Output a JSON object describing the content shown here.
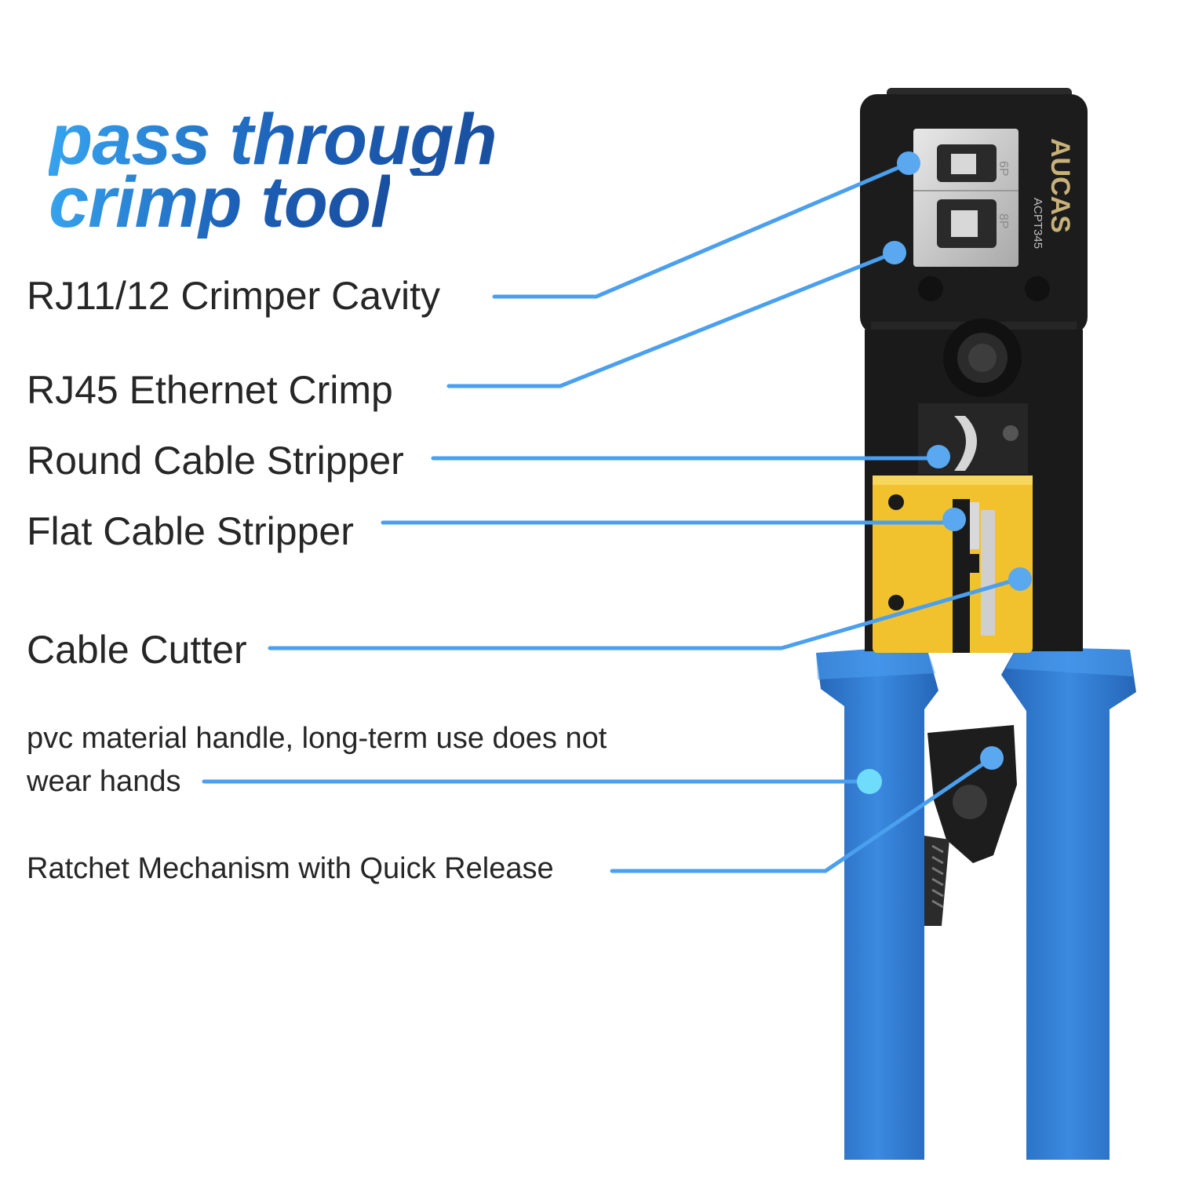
{
  "headline": {
    "line1": "pass through",
    "line2": "crimp tool"
  },
  "callouts": [
    {
      "id": "rj11",
      "text": "RJ11/12 Crimper Cavity"
    },
    {
      "id": "rj45",
      "text": "RJ45 Ethernet Crimp"
    },
    {
      "id": "round",
      "text": "Round Cable Stripper"
    },
    {
      "id": "flat",
      "text": "Flat Cable Stripper"
    },
    {
      "id": "cutter",
      "text": "Cable Cutter"
    },
    {
      "id": "handle",
      "text": "pvc material handle, long-term use does not wear hands"
    },
    {
      "id": "ratchet",
      "text": "Ratchet Mechanism with Quick Release"
    }
  ],
  "tool": {
    "brand": "AUCAS",
    "model": "ACPT345",
    "ports": [
      "6P",
      "8P"
    ],
    "colors": {
      "body": "#1c1c1c",
      "handle": "#2f7fd2",
      "stripper_block": "#f2c22e",
      "leader": "#4a9fee",
      "headline_start": "#36a3ee",
      "headline_end": "#1a4fa0"
    }
  }
}
